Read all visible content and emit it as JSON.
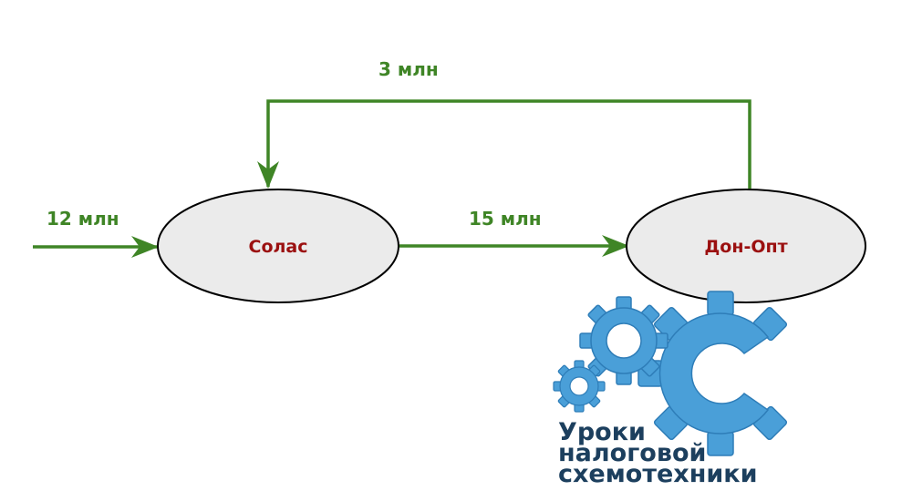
{
  "colors": {
    "arrow": "#3f8526",
    "node_fill": "#ebebeb",
    "node_stroke": "#000000",
    "node_text": "#9b1010",
    "logo_gear": "#4a9fd8",
    "logo_text": "#1c3f5e"
  },
  "nodes": {
    "solas": {
      "label": "Солас"
    },
    "donopt": {
      "label": "Дон-Опт"
    }
  },
  "flows": {
    "incoming": {
      "label": "12 млн"
    },
    "solas_to_donopt": {
      "label": "15 млн"
    },
    "donopt_to_solas": {
      "label": "3 млн"
    }
  },
  "logo": {
    "icon": "gears-logo-icon",
    "lines": [
      "Уроки",
      "налоговой",
      "схемотехники"
    ]
  }
}
